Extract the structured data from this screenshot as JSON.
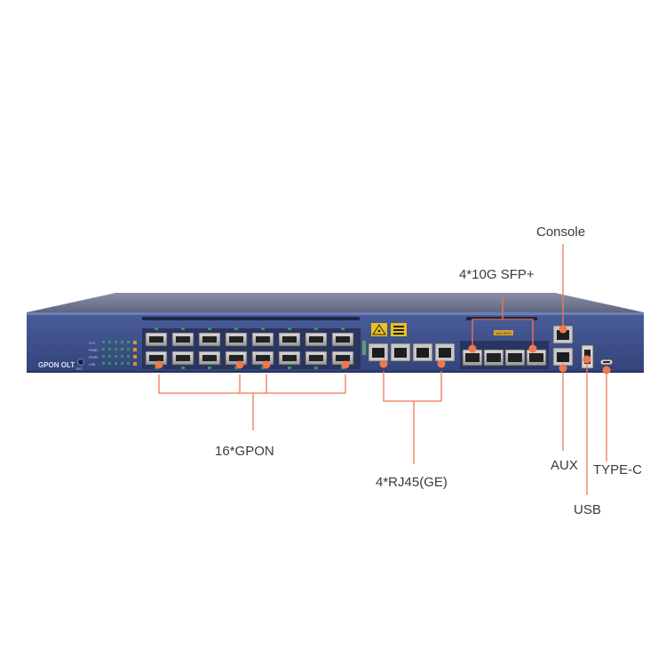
{
  "device": {
    "model_label": "GPON OLT",
    "led_labels": [
      "SYS",
      "PWR1",
      "PWR2",
      "USB",
      "RST"
    ],
    "sfp_tag": "10G SFP+",
    "colors": {
      "chassis_top": "#6e7389",
      "chassis_front": "#3e4f8a",
      "callout": "#f0784e",
      "label_text": "#3a3a3a"
    }
  },
  "callouts": {
    "gpon": "16*GPON",
    "rj45": "4*RJ45(GE)",
    "sfp": "4*10G SFP+",
    "console": "Console",
    "aux": "AUX",
    "usb": "USB",
    "typec": "TYPE-C"
  }
}
